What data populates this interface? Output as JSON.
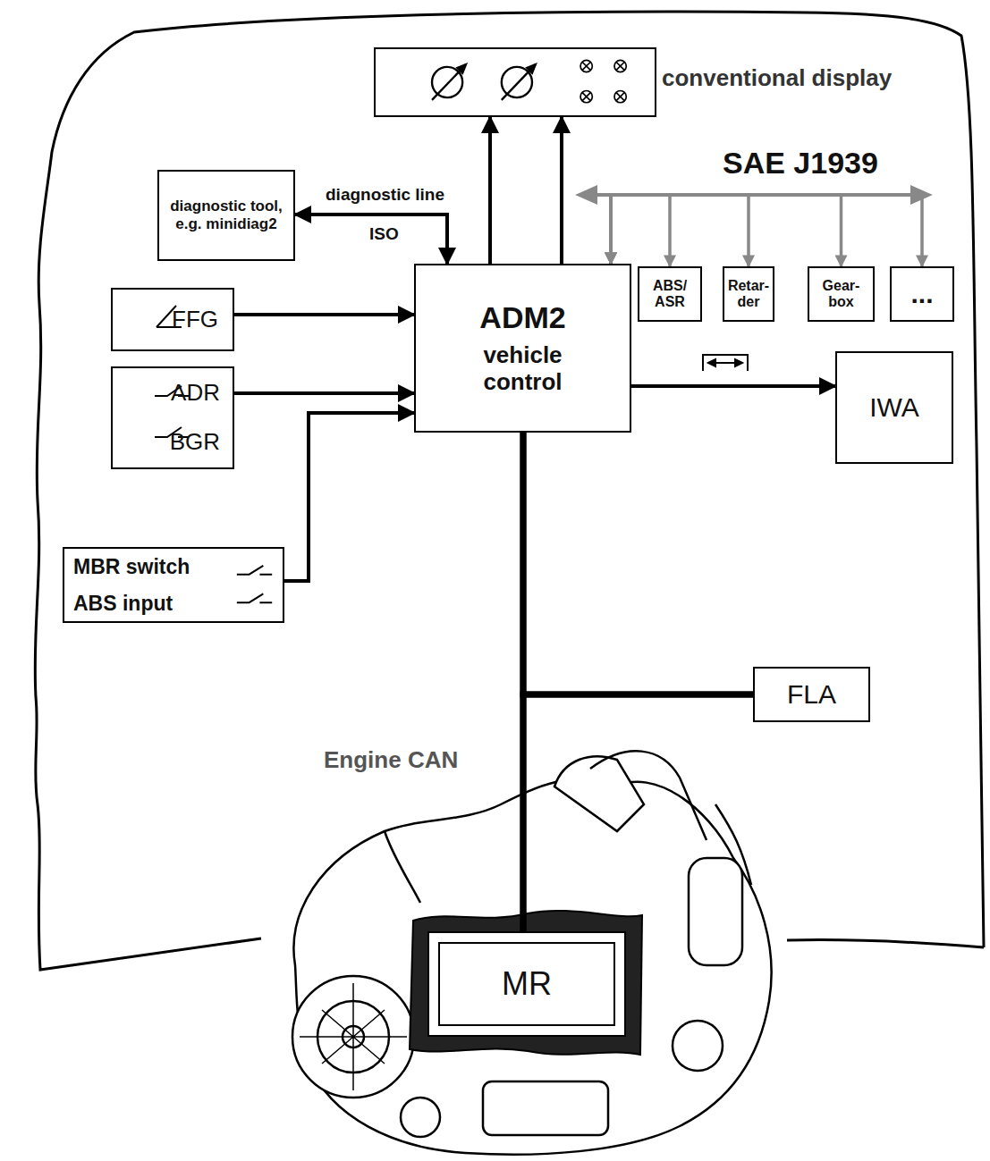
{
  "diagram": {
    "nodes": [
      {
        "text": [
          "conventional display"
        ]
      },
      {
        "text": [
          "diagnostic tool, e.g. minidiag2"
        ]
      },
      {
        "text": [
          "ADM2",
          "vehicle control"
        ]
      },
      {
        "text": [
          "FFG"
        ]
      },
      {
        "text": [
          "ADR",
          "BGR"
        ]
      },
      {
        "text": [
          "MBR switch",
          "ABS input"
        ]
      },
      {
        "text": [
          "ABS/ ASR"
        ]
      },
      {
        "text": [
          "Retar- der"
        ]
      },
      {
        "text": [
          "Gear- box"
        ]
      },
      {
        "text": [
          "..."
        ]
      },
      {
        "text": [
          "IWA"
        ]
      },
      {
        "text": [
          "FLA"
        ]
      },
      {
        "text": [
          "MR"
        ]
      }
    ],
    "edges": [
      {
        "from": 2,
        "to": 0,
        "arrow": "to"
      },
      {
        "from": 2,
        "to": 0,
        "arrow": "to"
      },
      {
        "from": 1,
        "to": 2,
        "arrow": "both",
        "label": "diagnostic line"
      },
      {
        "from": 3,
        "to": 2,
        "arrow": "to"
      },
      {
        "from": 4,
        "to": 2,
        "arrow": "to"
      },
      {
        "from": 5,
        "to": 2,
        "arrow": "to"
      },
      {
        "from": 2,
        "to": 10,
        "arrow": "to"
      },
      {
        "from": 2,
        "to": 12,
        "arrow": "none"
      },
      {
        "from": 11,
        "to": 2,
        "arrow": "none"
      },
      {
        "from": 11,
        "to": 12,
        "arrow": "none"
      },
      {
        "from": 2,
        "to": 6,
        "arrow": "both"
      },
      {
        "from": 2,
        "to": 7,
        "arrow": "both"
      },
      {
        "from": 2,
        "to": 8,
        "arrow": "both"
      },
      {
        "from": 2,
        "to": 9,
        "arrow": "both"
      }
    ],
    "labels": [
      "SAE J1939",
      "ISO",
      "Engine CAN"
    ]
  }
}
